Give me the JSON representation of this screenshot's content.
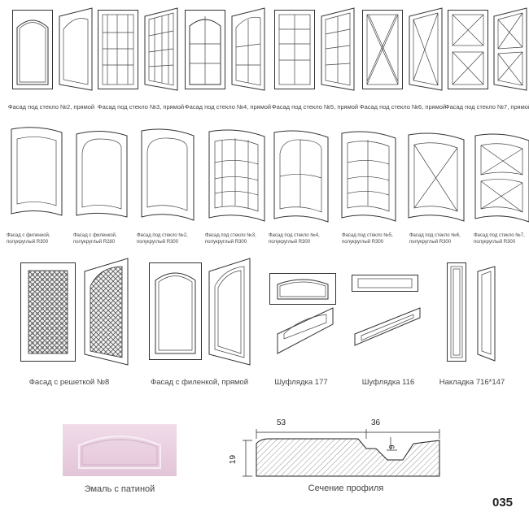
{
  "row1": [
    "Фасад под стекло №2, прямой",
    "Фасад под стекло №3, прямой",
    "Фасад под стекло №4, прямой",
    "Фасад под стекло №5, прямой",
    "Фасад под стекло №6, прямой",
    "Фасад под стекло №7, прямой"
  ],
  "row2": [
    "Фасад с филенкой, полукруглый R300",
    "Фасад с филенкой, полукруглый R280",
    "Фасад под стекло №2, полукруглый R300",
    "Фасад под стекло №3, полукруглый R300",
    "Фасад под стекло №4, полукруглый R300",
    "Фасад под стекло №5, полукруглый R300",
    "Фасад под стекло №6, полукруглый R300",
    "Фасад под стекло №7, полукруглый R300"
  ],
  "row3": [
    "Фасад с решеткой №8",
    "Фасад с филенкой, прямой",
    "Шуфлядка 177",
    "Шуфлядка 116",
    "Накладка 716*147"
  ],
  "bottom": {
    "enamel_label": "Эмаль с патиной",
    "profile_label": "Сечение профиля",
    "dim_53": "53",
    "dim_36": "36",
    "dim_19": "19",
    "dim_9": "9"
  },
  "page_number": "035",
  "colors": {
    "enamel_pink": "#ead3e2",
    "line": "#333333"
  }
}
